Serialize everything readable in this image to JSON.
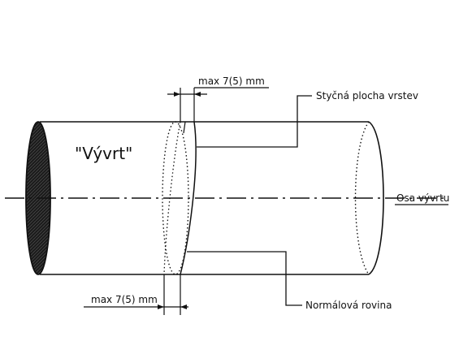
{
  "diagram": {
    "title": "\"Vývrt\"",
    "labels": {
      "contact_surface": "Styčná plocha vrstev",
      "axis": "Osa vývrtu",
      "normal_plane": "Normálová rovina",
      "dim_top": "max 7(5) mm",
      "dim_bottom": "max 7(5) mm"
    },
    "colors": {
      "ink": "#111111",
      "end_face_fill": "#1c1c1c",
      "background": "#ffffff"
    }
  }
}
